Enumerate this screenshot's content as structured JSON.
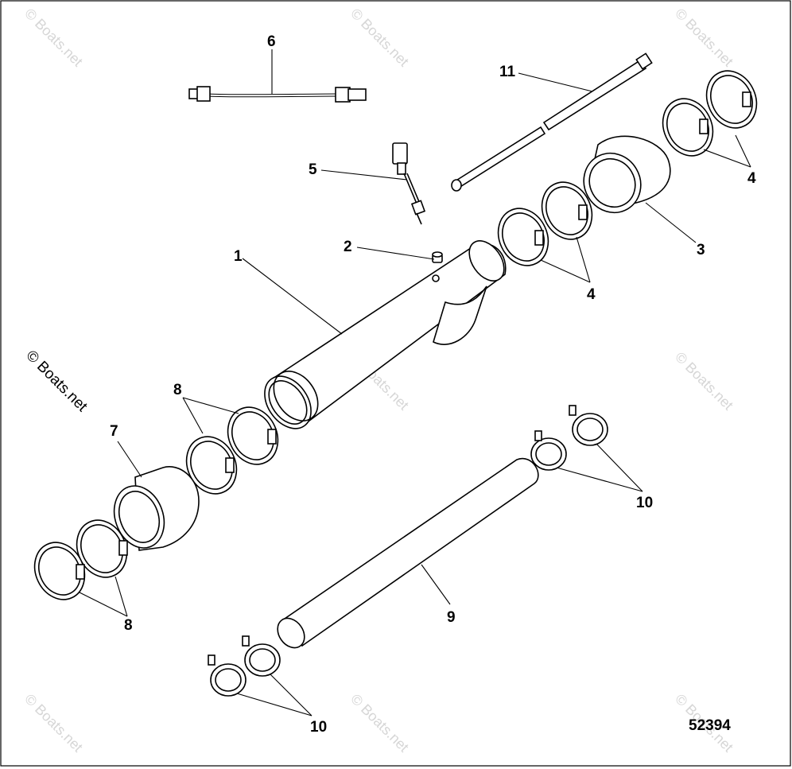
{
  "diagram": {
    "figure_number": "52394",
    "watermark_text": "© Boats.net",
    "callouts": [
      {
        "id": "c1",
        "label": "1"
      },
      {
        "id": "c2",
        "label": "2"
      },
      {
        "id": "c3",
        "label": "3"
      },
      {
        "id": "c4a",
        "label": "4"
      },
      {
        "id": "c4b",
        "label": "4"
      },
      {
        "id": "c5",
        "label": "5"
      },
      {
        "id": "c6",
        "label": "6"
      },
      {
        "id": "c7",
        "label": "7"
      },
      {
        "id": "c8a",
        "label": "8"
      },
      {
        "id": "c8b",
        "label": "8"
      },
      {
        "id": "c9",
        "label": "9"
      },
      {
        "id": "c10a",
        "label": "10"
      },
      {
        "id": "c10b",
        "label": "10"
      },
      {
        "id": "c11",
        "label": "11"
      }
    ]
  },
  "colors": {
    "line": "#000000",
    "background": "#ffffff",
    "watermark": "#d6d6d6"
  }
}
